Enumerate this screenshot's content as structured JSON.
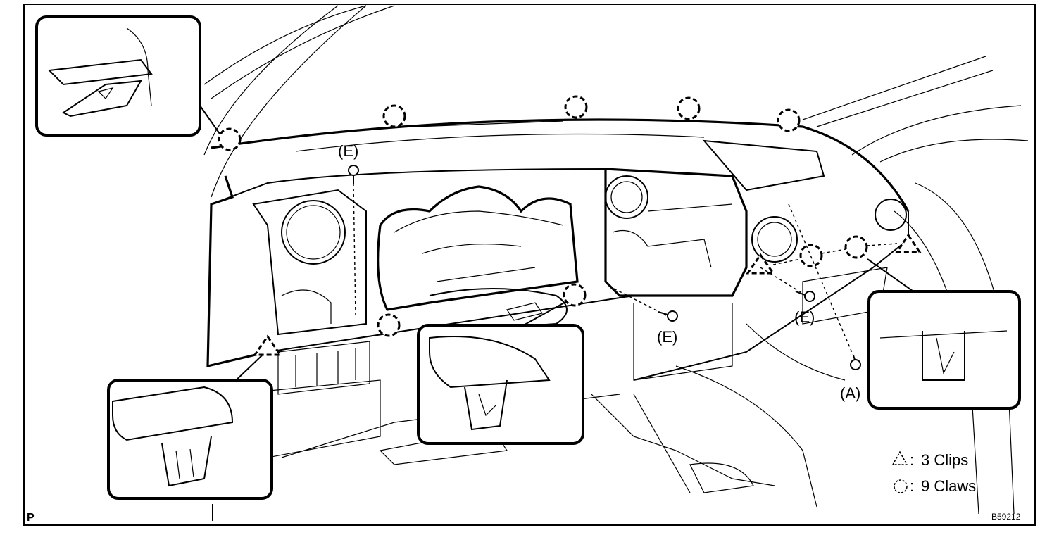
{
  "labels": {
    "e_top": "(E)",
    "e_center": "(E)",
    "e_right": "(E)",
    "a_bolt": "(A)"
  },
  "legend": {
    "clips": "3 Clips",
    "claws": "9 Claws"
  },
  "corner_mark": "P",
  "figure_code": "B59212"
}
